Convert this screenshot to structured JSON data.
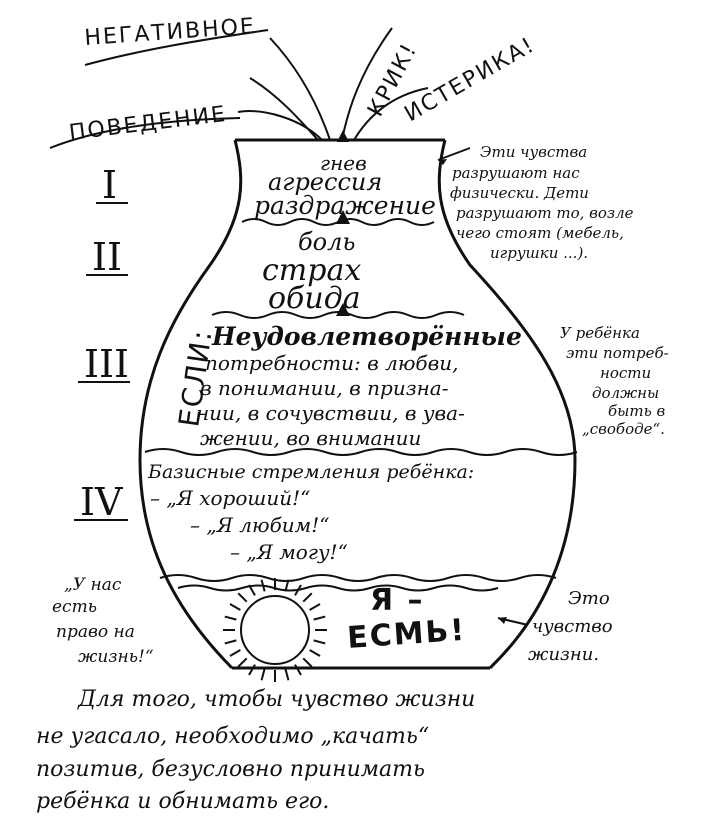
{
  "top": {
    "word1": "НЕГАТИВНОЕ",
    "word2": "ПОВЕДЕНИЕ",
    "word3": "КРИК!",
    "word4": "ИСТЕРИКА!"
  },
  "levels": [
    {
      "numeral": "I",
      "lines": [
        "гнев",
        "агрессия",
        "раздражение"
      ]
    },
    {
      "numeral": "II",
      "lines": [
        "боль",
        "страх",
        "обида"
      ]
    },
    {
      "numeral": "III",
      "lines": [
        "Неудовлетворённые",
        "потребности: в любви,",
        "в понимании, в призна-",
        "нии, в сочувствии, в ува-",
        "жении, во внимании"
      ]
    },
    {
      "numeral": "IV",
      "lines": [
        "Базисные стремления ребёнка:",
        "– „Я хороший!“",
        "– „Я любим!“",
        "– „Я могу!“"
      ]
    }
  ],
  "center_words": {
    "line1": "Я –",
    "line2": "ЕСМЬ!"
  },
  "if_label": "ЕСЛИ:",
  "side_notes": {
    "right_top": [
      "Эти чувства",
      "разрушают нас",
      "физически. Дети",
      "разрушают то, возле",
      "чего стоят (мебель,",
      "игрушки ...)."
    ],
    "right_middle": [
      "У ребёнка",
      "эти потреб-",
      "ности",
      "должны",
      "быть в",
      "„свободе“."
    ],
    "left_bottom": [
      "„У нас",
      "есть",
      "право на",
      "жизнь!“"
    ],
    "right_bottom": [
      "Это",
      "чувство",
      "жизни."
    ]
  },
  "caption": [
    "Для того, чтобы чувство жизни",
    "не угасало, необходимо „качать“",
    "позитив, безусловно принимать",
    "ребёнка и обнимать его."
  ]
}
